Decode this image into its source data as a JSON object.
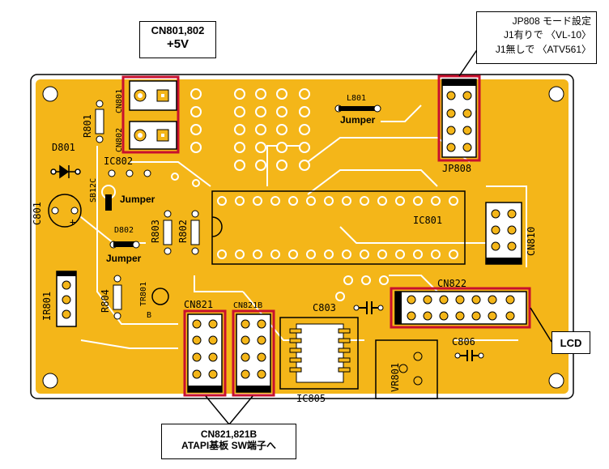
{
  "callouts": {
    "cn801": {
      "line1": "CN801,802",
      "line2": "+5V"
    },
    "jp808": {
      "line1": "JP808 モード設定",
      "line2": "J1有りで 〈VL-10〉",
      "line3": "J1無しで 〈ATV561〉"
    },
    "lcd": {
      "label": "LCD"
    },
    "cn821": {
      "line1": "CN821,821B",
      "line2": "ATAPI基板 SW端子へ"
    }
  },
  "components": {
    "cn801": "CN801",
    "cn802": "CN802",
    "r801": "R801",
    "d801": "D801",
    "ic802": "IC802",
    "c801": "C801",
    "sb12c": "SB12C",
    "jumper1": "Jumper",
    "d802": "D802",
    "jumper2": "Jumper",
    "r803": "R803",
    "r802": "R802",
    "ir801": "IR801",
    "r804": "R804",
    "tr801": "TR801",
    "b": "B",
    "l801": "L801",
    "jumper3": "Jumper",
    "ic801": "IC801",
    "jp808": "JP808",
    "cn810": "CN810",
    "cn822": "CN822",
    "c803": "C803",
    "c806": "C806",
    "cn821": "CN821",
    "cn821b": "CN821B",
    "ic805": "IC805",
    "vr801": "VR801"
  },
  "colors": {
    "board": "#f4b619",
    "outline": "#000000",
    "highlight": "#c8102e",
    "pad": "#ffffff"
  }
}
